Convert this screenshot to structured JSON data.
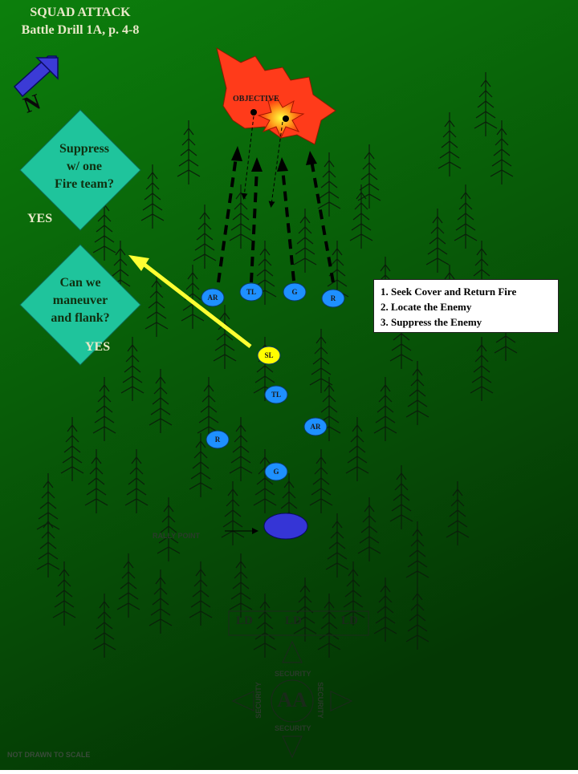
{
  "title": {
    "line1": "SQUAD ATTACK",
    "line2": "Battle Drill 1A, p. 4-8"
  },
  "compass": {
    "label": "N",
    "icon": "north-arrow-icon"
  },
  "decisions": [
    {
      "lines": [
        "Suppress",
        "w/ one",
        "Fire team?"
      ],
      "answer": "YES"
    },
    {
      "lines": [
        "Can we",
        "maneuver",
        "and flank?"
      ],
      "answer": "YES"
    }
  ],
  "objective": {
    "label": "OBJECTIVE"
  },
  "fire_team_front": [
    "AR",
    "TL",
    "G",
    "R"
  ],
  "squad_leader": "SL",
  "fire_team_rear": [
    "TL",
    "AR",
    "R",
    "G"
  ],
  "steps": [
    "1.  Seek Cover and Return Fire",
    "2.  Locate the Enemy",
    "3.  Suppress the Enemy"
  ],
  "rally_point": "RALLY POINT",
  "ld_labels": [
    "LD",
    "LD",
    "LD"
  ],
  "assembly_area": {
    "label": "AA",
    "security_top": "SECURITY",
    "security_bottom": "SECURITY",
    "security_left": "SECURITY",
    "security_right": "SECURITY"
  },
  "footer": "NOT DRAWN TO SCALE",
  "colors": {
    "background_top": "#0b7a0b",
    "background_bottom": "#053d05",
    "diamond": "#1fc49c",
    "soldier": "#1e90ff",
    "squad_leader": "#ffff00",
    "objective_fire": "#ff3b1a",
    "rally_point": "#3535d6",
    "arrow_yellow": "#ffff33"
  }
}
